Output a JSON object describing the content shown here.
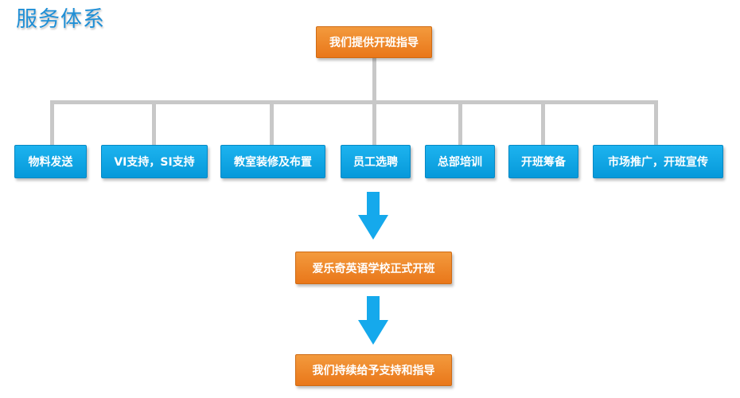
{
  "title": "服务体系",
  "top_box": "我们提供开班指导",
  "services": [
    "物料发送",
    "VI支持，SI支持",
    "教室装修及布置",
    "员工选聘",
    "总部培训",
    "开班筹备",
    "市场推广，开班宣传"
  ],
  "middle_box": "爱乐奇英语学校正式开班",
  "bottom_box": "我们持续给予支持和指导",
  "colors": {
    "title": "#1f8fd6",
    "orange": "#ee8220",
    "blue": "#0ea7e6",
    "connector": "#c8c8c8",
    "arrow": "#15a9ec"
  }
}
